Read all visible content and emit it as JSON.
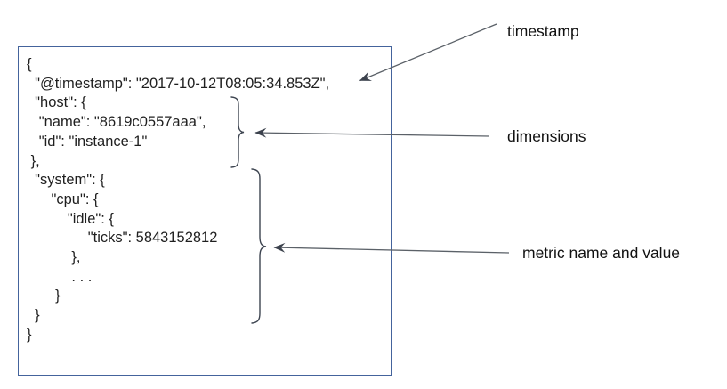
{
  "document": {
    "lines": [
      "{",
      "  \"@timestamp\": \"2017-10-12T08:05:34.853Z\",",
      "  \"host\": {",
      "   \"name\": \"8619c0557aaa\",",
      "   \"id\": \"instance-1\"",
      " },",
      "  \"system\": {",
      "      \"cpu\": {",
      "          \"idle\": {",
      "               \"ticks\": 5843152812",
      "           },",
      "           . . .",
      "       }",
      "  }",
      "}"
    ]
  },
  "labels": {
    "timestamp": "timestamp",
    "dimensions": "dimensions",
    "metric_name_and_value": "metric name and value"
  },
  "colors": {
    "box_border": "#44639c",
    "annotation_line": "#5b6168",
    "arrowhead": "#3c424d",
    "brace": "#3d4450",
    "code_text": "#1f1f1f",
    "label_text": "#111111"
  }
}
